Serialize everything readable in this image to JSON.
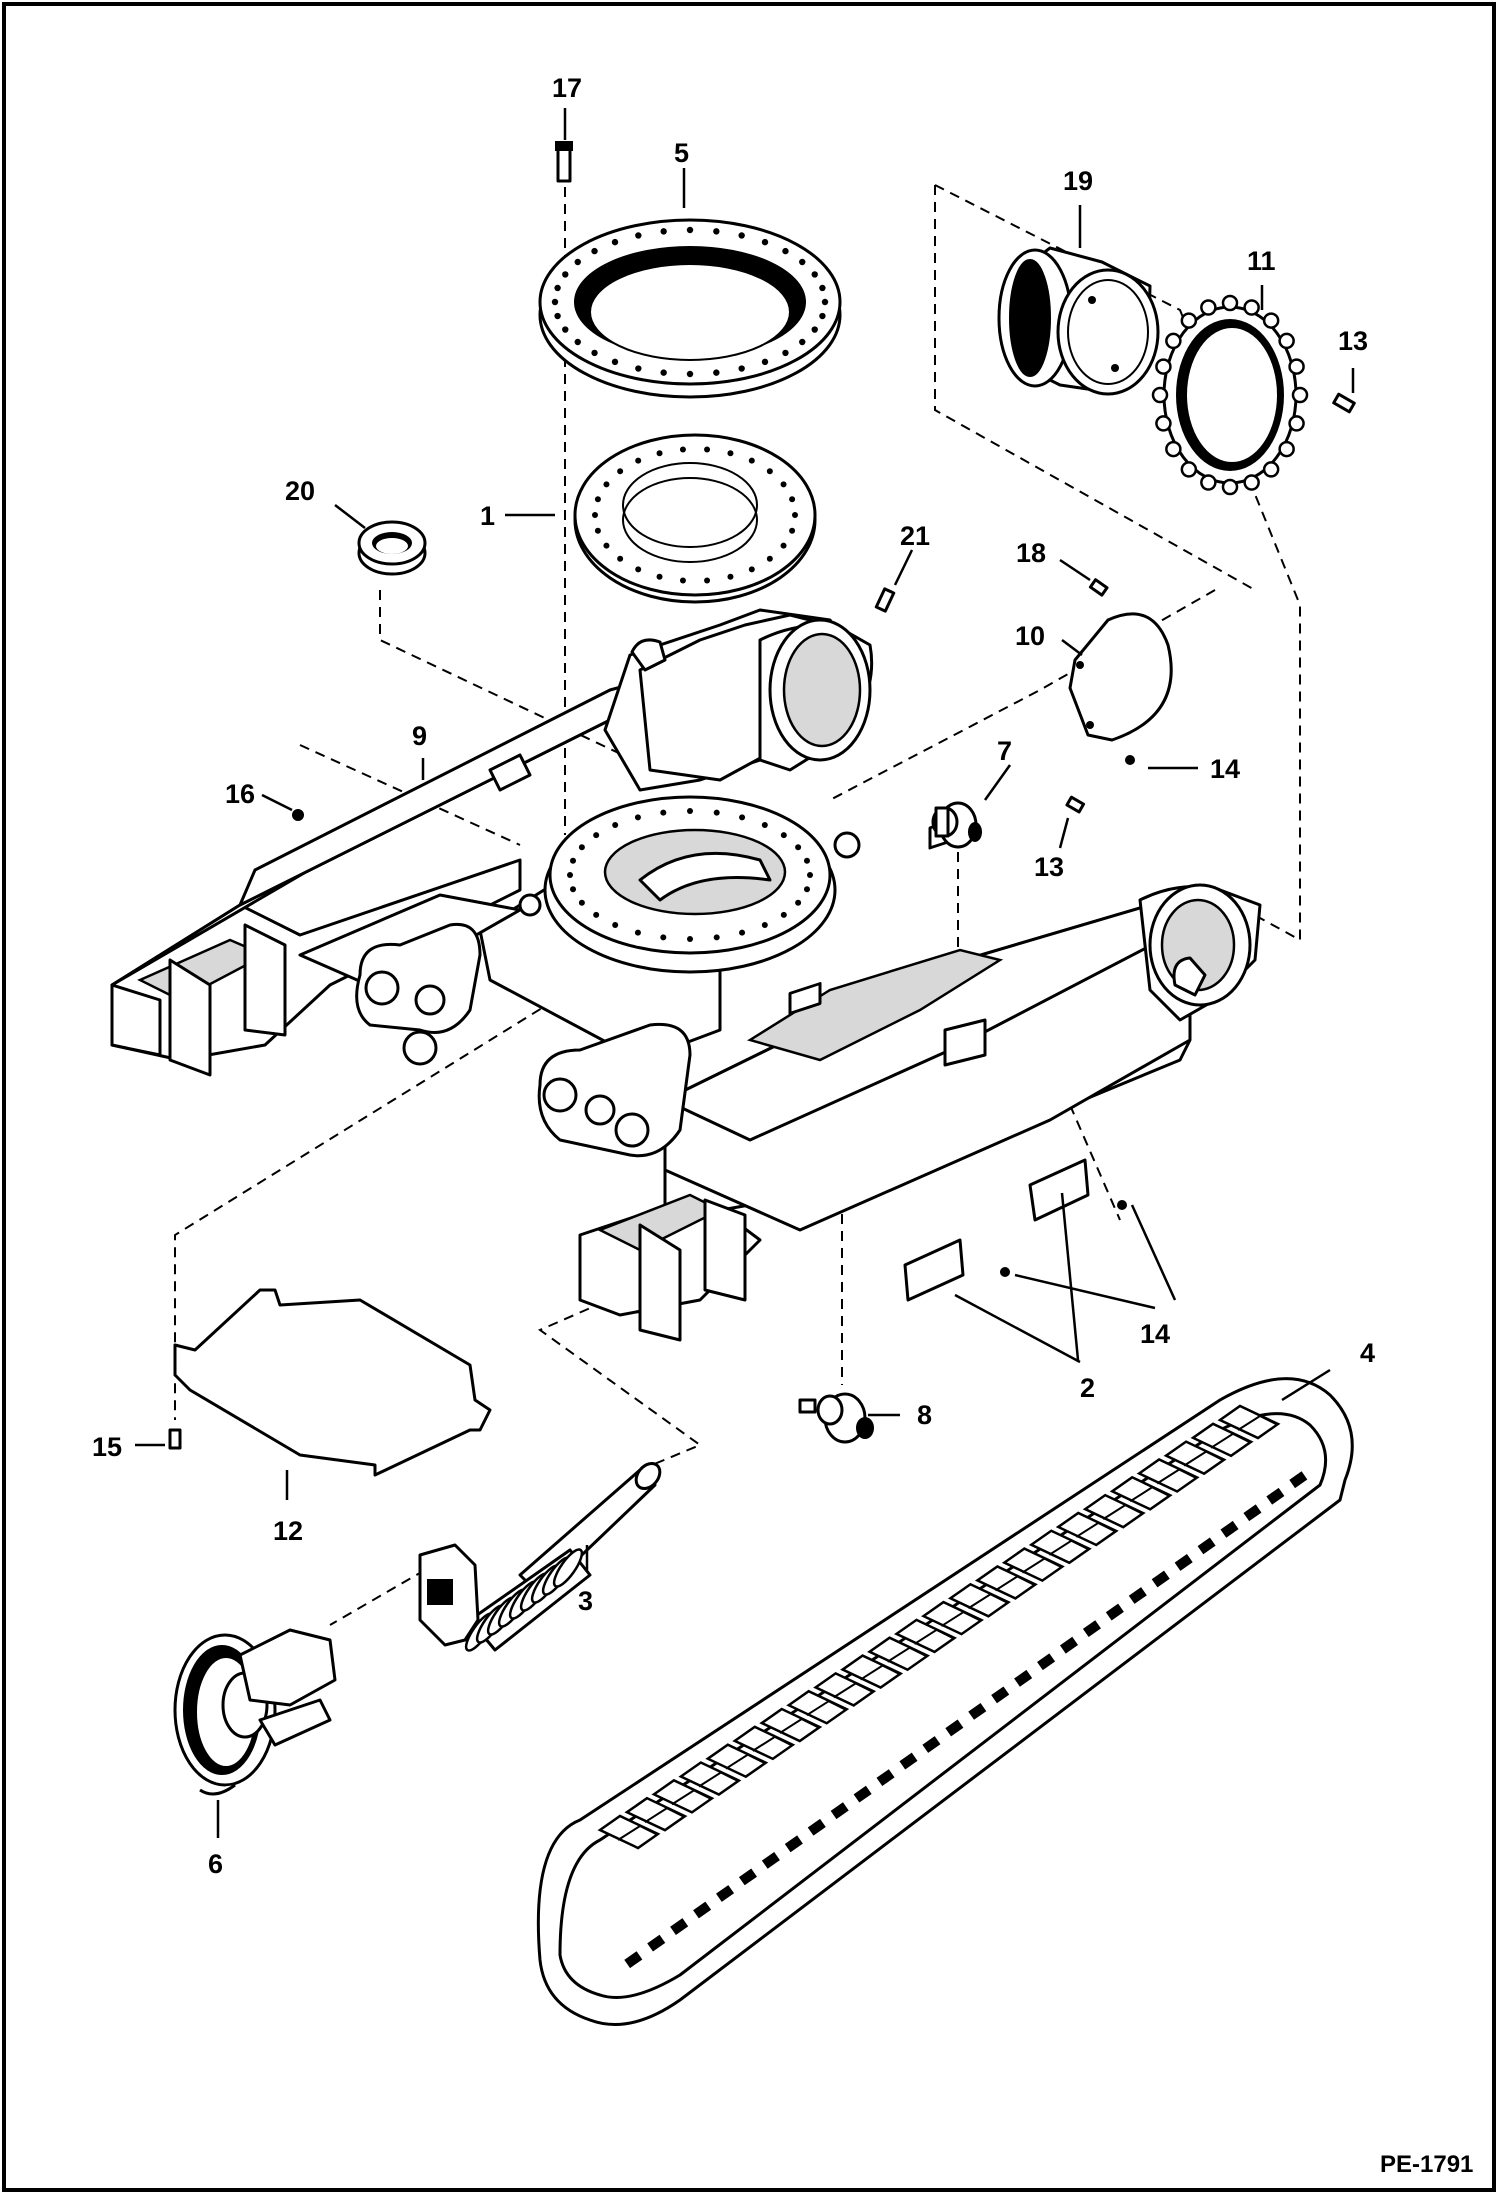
{
  "figure_id": "PE-1791",
  "callouts": [
    "1",
    "2",
    "3",
    "4",
    "5",
    "6",
    "7",
    "8",
    "9",
    "10",
    "11",
    "12",
    "13",
    "14",
    "15",
    "16",
    "17",
    "18",
    "19",
    "20",
    "21"
  ],
  "colors": {
    "ink": "#000000",
    "paper": "#ffffff",
    "shade": "#d8d8d8"
  }
}
